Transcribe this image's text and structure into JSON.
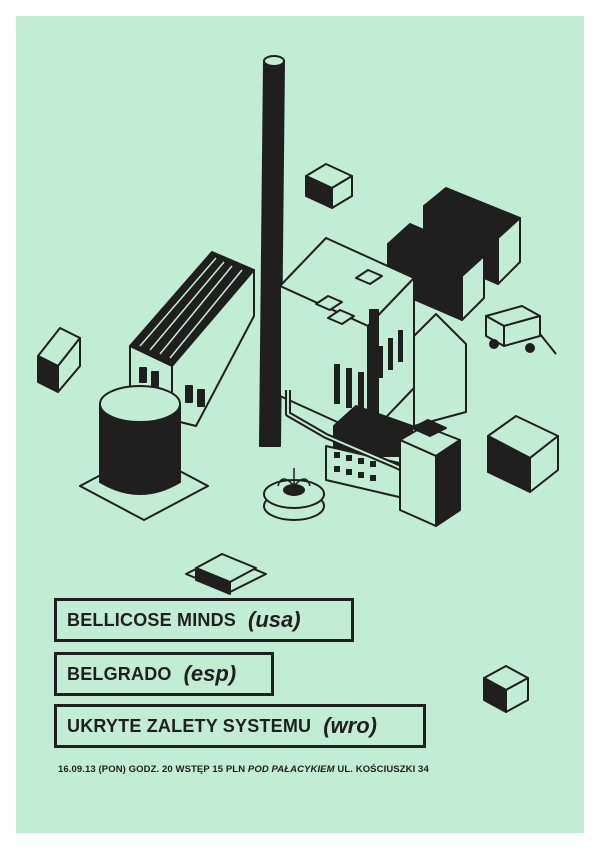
{
  "colors": {
    "background": "#c2edd5",
    "ink": "#1f1f1f"
  },
  "illustration": {
    "subject": "isometric factory illustration"
  },
  "bands": [
    {
      "name": "BELLICOSE MINDS",
      "origin": "(usa)"
    },
    {
      "name": "BELGRADO",
      "origin": "(esp)"
    },
    {
      "name": "UKRYTE ZALETY SYSTEMU",
      "origin": "(wro)"
    }
  ],
  "info": {
    "pre": "16.09.13 (PON) GODZ. 20 WSTĘP 15 PLN",
    "venue": "POD PAŁACYKIEM",
    "address": "UL. KOŚCIUSZKI 34"
  }
}
